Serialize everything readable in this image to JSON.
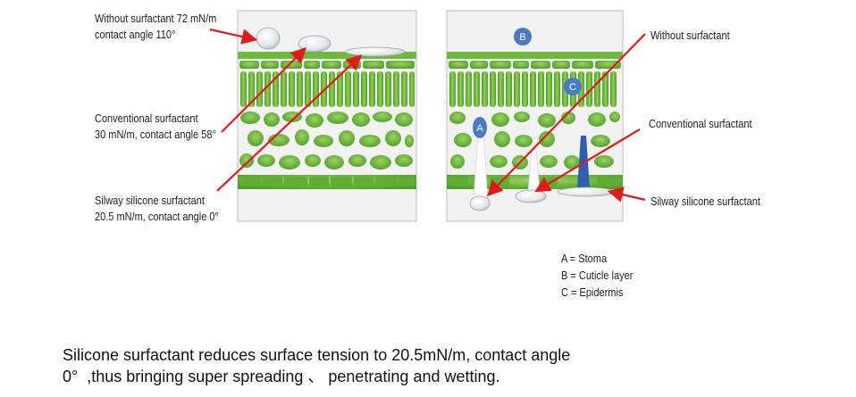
{
  "left_labels": {
    "without_line1": "Without surfactant 72 mN/m",
    "without_line2": "contact angle 110°",
    "conventional_line1": "Conventional surfactant",
    "conventional_line2": "30 mN/m, contact angle 58°",
    "silway_line1": "Silway silicone surfactant",
    "silway_line2": "20.5 mN/m, contact angle 0°"
  },
  "right_labels": {
    "without": "Without surfactant",
    "conventional": "Conventional surfactant",
    "silway": "Silway silicone surfactant"
  },
  "markers": {
    "a": "A",
    "b": "B",
    "c": "C"
  },
  "legend": {
    "a": "A = Stoma",
    "b": "B = Cuticle layer",
    "c": "C = Epidermis"
  },
  "caption": {
    "line1": "Silicone surfactant reduces surface tension to 20.5mN/m, contact angle",
    "line2": "0°  ,thus bringing super spreading 、 penetrating and wetting."
  },
  "colors": {
    "leaf_green": "#6dbb3c",
    "cell_green": "#5fae33",
    "panel_bg": "#f2f2f2",
    "arrow_red": "#e11b1b",
    "marker_blue": "#4a7bc4",
    "droplet": "#e6e9ec"
  }
}
